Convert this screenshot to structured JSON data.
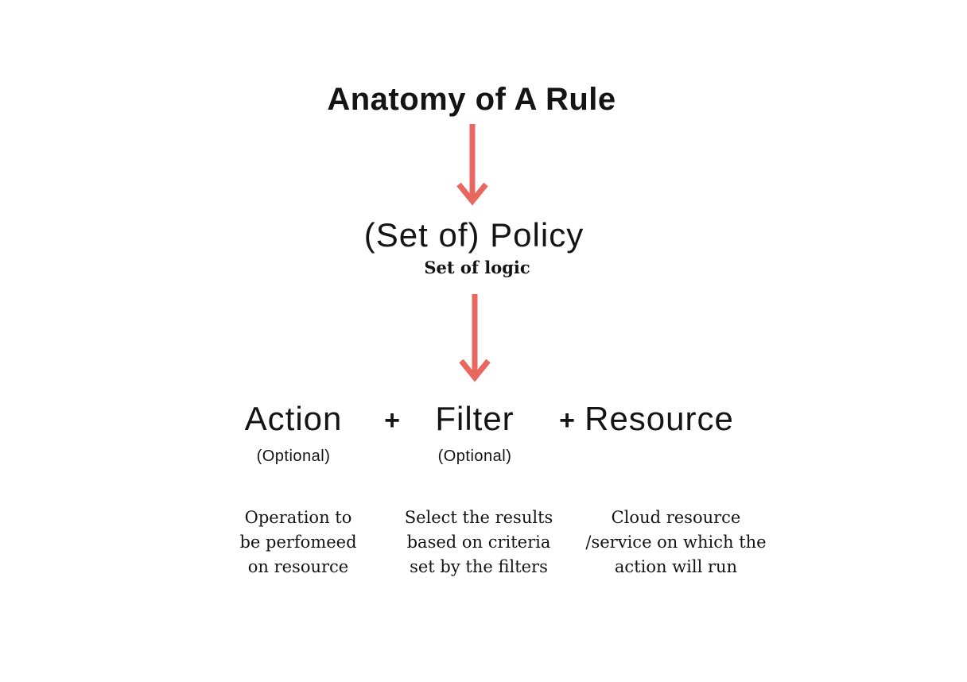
{
  "title": "Anatomy of A Rule",
  "policy": {
    "label": "(Set of) Policy",
    "sublabel": "Set of logic"
  },
  "operators": {
    "plus1": "+",
    "plus2": "+"
  },
  "components": [
    {
      "label": "Action",
      "qualifier": "(Optional)",
      "description": "Operation to\nbe perfomeed\non resource"
    },
    {
      "label": "Filter",
      "qualifier": "(Optional)",
      "description": "Select the results\nbased on criteria\nset by the filters"
    },
    {
      "label": "Resource",
      "description": "Cloud resource\n/service on which the\naction will run"
    }
  ],
  "icons": {
    "arrow1": "down-arrow",
    "arrow2": "down-arrow"
  },
  "colors": {
    "arrow": "#e8685f",
    "text": "#141414",
    "background": "#ffffff"
  }
}
